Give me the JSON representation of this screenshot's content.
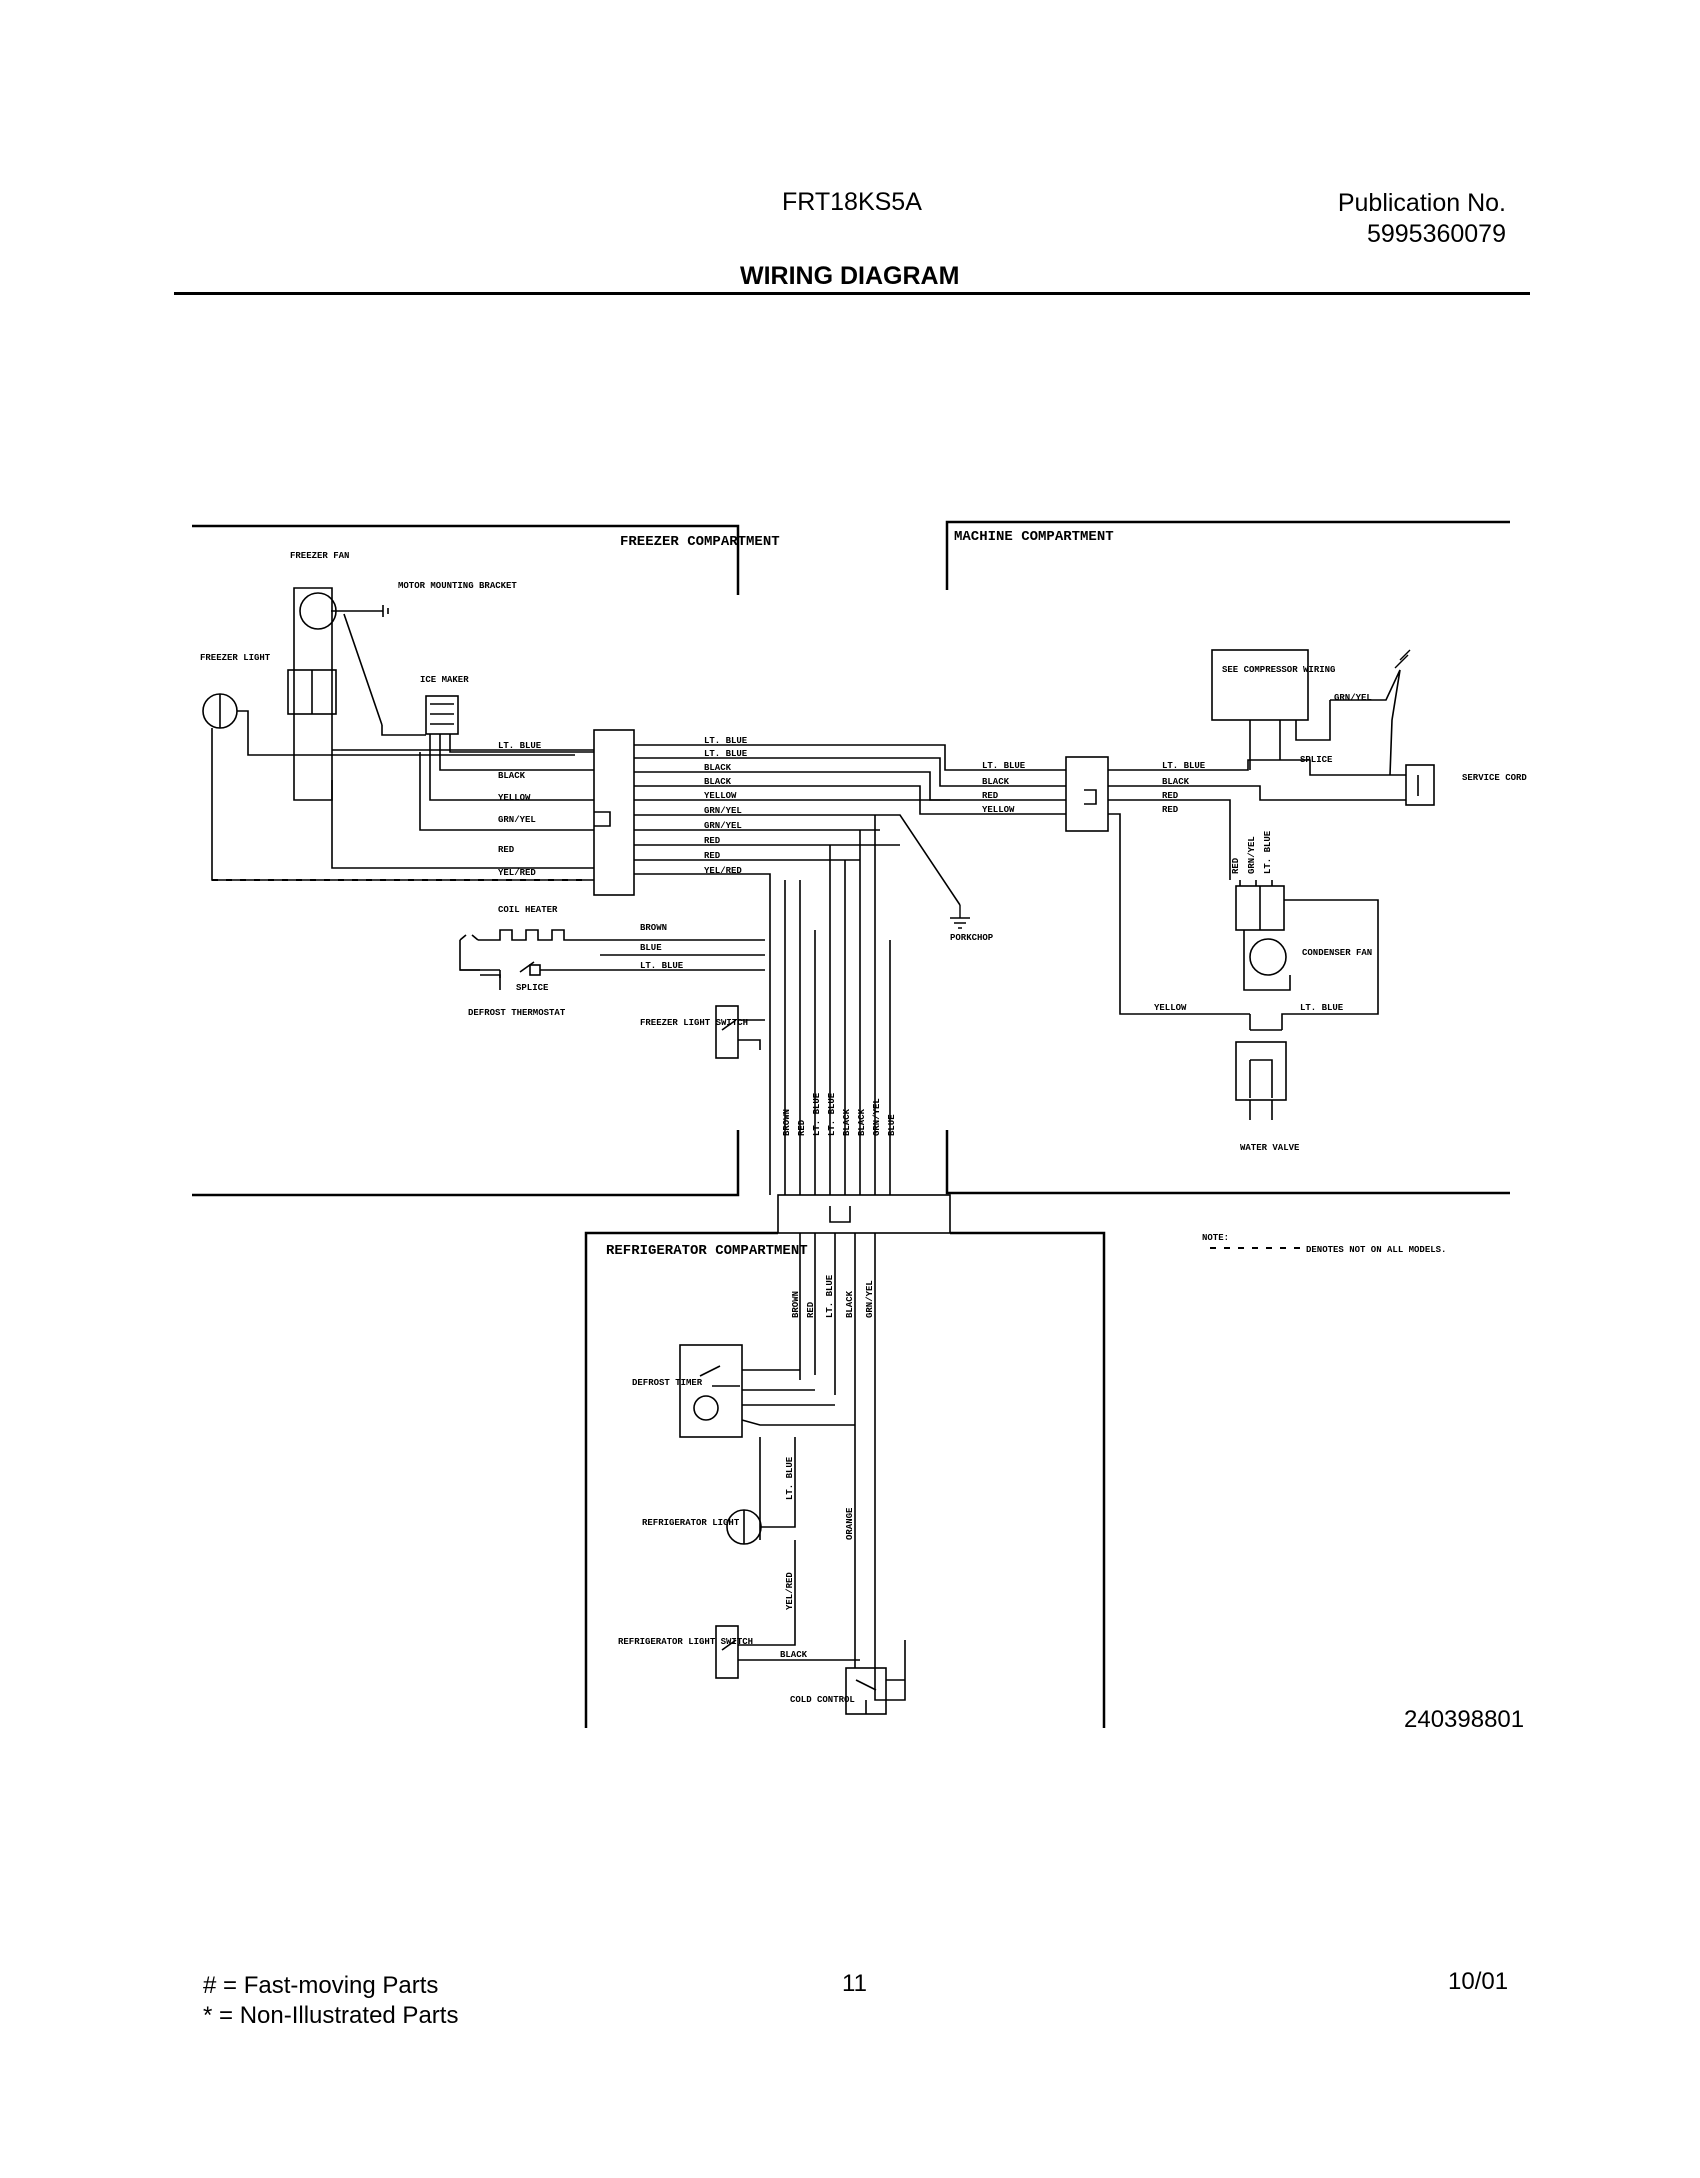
{
  "header": {
    "model": "FRT18KS5A",
    "publication_label": "Publication No.",
    "publication_number": "5995360079",
    "section_title": "WIRING DIAGRAM"
  },
  "diagram": {
    "compartments": {
      "freezer": "FREEZER COMPARTMENT",
      "machine": "MACHINE COMPARTMENT",
      "refrigerator": "REFRIGERATOR COMPARTMENT"
    },
    "components": {
      "freezer_fan": "FREEZER FAN",
      "motor_bracket": "MOTOR MOUNTING BRACKET",
      "freezer_light": "FREEZER LIGHT",
      "ice_maker": "ICE MAKER",
      "coil_heater": "COIL HEATER",
      "splice_left": "SPLICE",
      "defrost_thermostat": "DEFROST THERMOSTAT",
      "freezer_light_switch": "FREEZER LIGHT SWITCH",
      "porkchop": "PORKCHOP",
      "see_compressor_wiring": "SEE COMPRESSOR WIRING",
      "splice_right": "SPLICE",
      "service_cord": "SERVICE CORD",
      "condenser_fan": "CONDENSER FAN",
      "water_valve": "WATER VALVE",
      "defrost_timer": "DEFROST TIMER",
      "refrigerator_light": "REFRIGERATOR LIGHT",
      "refrigerator_light_switch": "REFRIGERATOR LIGHT SWITCH",
      "cold_control": "COLD CONTROL"
    },
    "wires": {
      "left_block": [
        "LT. BLUE",
        "BLACK",
        "YELLOW",
        "GRN/YEL",
        "RED",
        "YEL/RED"
      ],
      "trunk": [
        "LT. BLUE",
        "LT. BLUE",
        "BLACK",
        "BLACK",
        "YELLOW",
        "GRN/YEL",
        "GRN/YEL",
        "RED",
        "RED",
        "YEL/RED"
      ],
      "machine_block": [
        "LT. BLUE",
        "BLACK",
        "RED",
        "YELLOW"
      ],
      "machine_right": [
        "LT. BLUE",
        "BLACK",
        "RED",
        "RED"
      ],
      "heater": [
        "BROWN",
        "BLUE",
        "LT. BLUE"
      ],
      "vertical_freezer": [
        "BROWN",
        "RED",
        "LT. BLUE",
        "LT. BLUE",
        "BLACK",
        "BLACK",
        "GRN/YEL",
        "BLUE"
      ],
      "vertical_refrigerator": [
        "BROWN",
        "RED",
        "LT. BLUE",
        "BLACK",
        "GRN/YEL"
      ],
      "condenser_vertical": [
        "RED",
        "GRN/YEL",
        "LT. BLUE"
      ],
      "grn_yel_top": "GRN/YEL",
      "yellow_bottom": "YELLOW",
      "lt_blue_bottom": "LT. BLUE",
      "lt_blue_timer": "LT. BLUE",
      "orange": "ORANGE",
      "yel_red": "YEL/RED",
      "black_switch": "BLACK"
    },
    "note_label": "NOTE:",
    "note_text": "DENOTES NOT ON ALL MODELS."
  },
  "document_number": "240398801",
  "footer": {
    "legend_fast": "#  =  Fast-moving Parts",
    "legend_non": "*   =  Non-Illustrated Parts",
    "page": "11",
    "date": "10/01"
  }
}
